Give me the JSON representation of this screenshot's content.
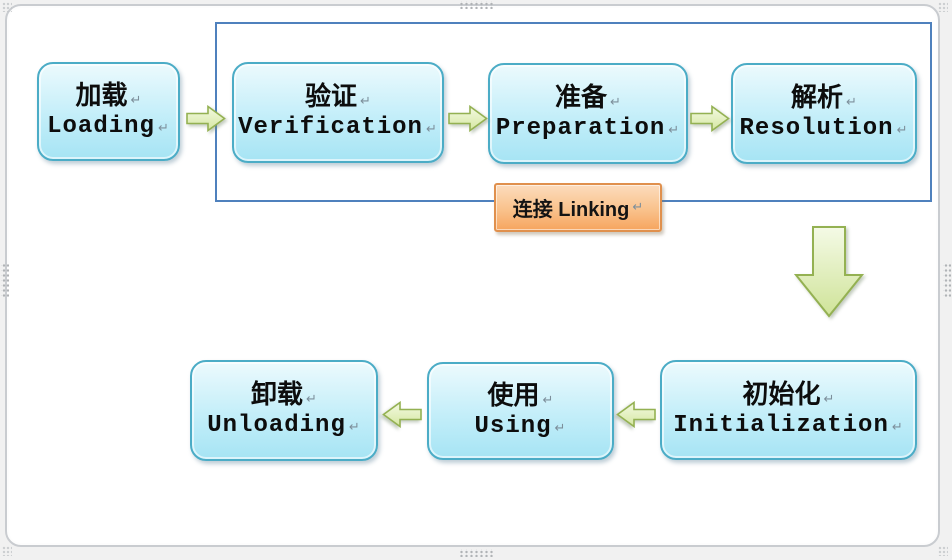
{
  "diagram": {
    "title_semantic": "class-lifecycle-flowchart",
    "group_label": "连接 Linking",
    "stages": [
      {
        "zh": "加载",
        "en": "Loading"
      },
      {
        "zh": "验证",
        "en": "Verification"
      },
      {
        "zh": "准备",
        "en": "Preparation"
      },
      {
        "zh": "解析",
        "en": "Resolution"
      },
      {
        "zh": "初始化",
        "en": "Initialization"
      },
      {
        "zh": "使用",
        "en": "Using"
      },
      {
        "zh": "卸载",
        "en": "Unloading"
      }
    ],
    "marks": {
      "paragraph": "↵"
    },
    "colors": {
      "stage_border": "#4bacc6",
      "stage_fill_top": "#ecfafd",
      "stage_fill_bottom": "#a6e4f4",
      "group_border": "#4f81bd",
      "arrow_border": "#94b152",
      "arrow_fill_top": "#f3f9e2",
      "arrow_fill_bottom": "#d5e7a2",
      "label_border": "#e0904d",
      "label_fill_top": "#fcdcbd",
      "label_fill_bottom": "#f6a55f"
    }
  }
}
